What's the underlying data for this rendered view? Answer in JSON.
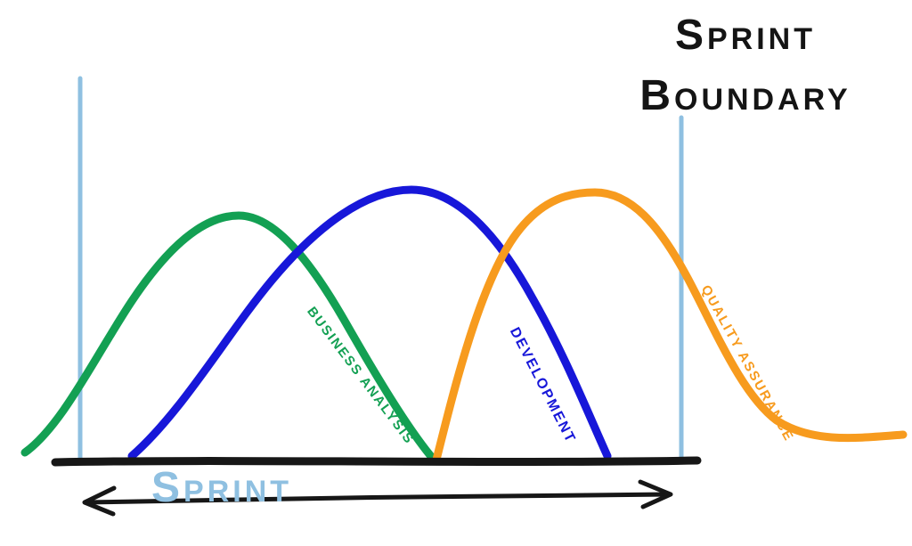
{
  "diagram": {
    "sprint_boundary_title": {
      "line1": "Sprint",
      "line2": "Boundary"
    },
    "sprint_axis_label": "Sprint",
    "curves": {
      "business_analysis": {
        "label": "BUSINESS ANALYSIS",
        "color": "#13a053"
      },
      "development": {
        "label": "DEVELOPMENT",
        "color": "#1717d9"
      },
      "quality_assurance": {
        "label": "QUALITY ASSURANCE",
        "color": "#f79b1e"
      }
    },
    "colors": {
      "sprint_boundary_line": "#8fc0e1",
      "baseline": "#171717",
      "arrow": "#171717",
      "sprint_label_text": "#8fc0e1",
      "title_text": "#141414"
    }
  }
}
